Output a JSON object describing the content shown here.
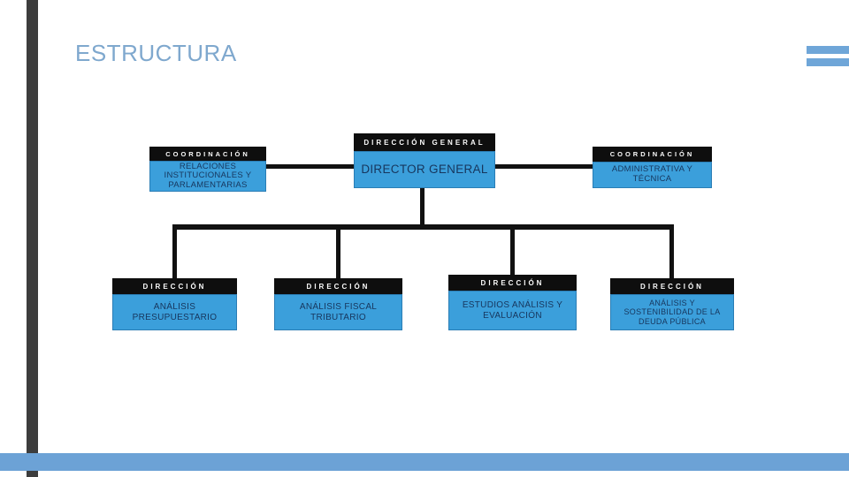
{
  "slide": {
    "title": "ESTRUCTURA"
  },
  "colors": {
    "title": "#7FA8CE",
    "box_fill": "#3B9FDB",
    "box_text": "#17365D",
    "header_bg": "#0E0E0E",
    "header_text": "#FAFAFA",
    "connector": "#111111",
    "accent_bar": "#6CA2D6",
    "stripe": "#6FA6D8",
    "left_bar": "#3D3D3D"
  },
  "org_chart": {
    "root": {
      "header": "DIRECCIÓN GENERAL",
      "label": "DIRECTOR GENERAL"
    },
    "coordinations": [
      {
        "header": "COORDINACIÓN",
        "label": "RELACIONES INSTITUCIONALES Y PARLAMENTARIAS"
      },
      {
        "header": "COORDINACIÓN",
        "label": "ADMINISTRATIVA Y TÉCNICA"
      }
    ],
    "directions": [
      {
        "header": "DIRECCIÓN",
        "label": "ANÁLISIS PRESUPUESTARIO"
      },
      {
        "header": "DIRECCIÓN",
        "label": "ANÁLISIS FISCAL TRIBUTARIO"
      },
      {
        "header": "DIRECCIÓN",
        "label": "ESTUDIOS ANÁLISIS Y EVALUACIÓN"
      },
      {
        "header": "DIRECCIÓN",
        "label": "ANÁLISIS Y SOSTENIBILIDAD DE LA DEUDA PÚBLICA"
      }
    ]
  }
}
